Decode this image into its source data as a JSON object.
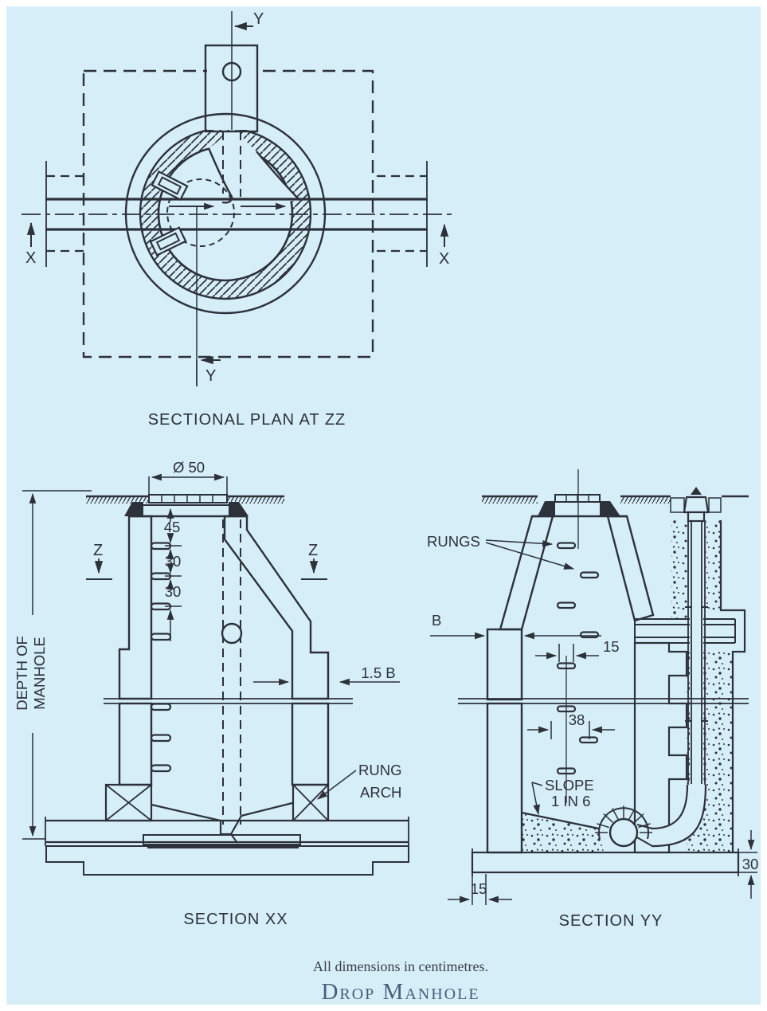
{
  "colors": {
    "background": "#d6eef8",
    "line": "#2c313a",
    "title_text": "#47607a",
    "note_text": "#3a3f45"
  },
  "plan": {
    "caption": "SECTIONAL PLAN AT ZZ",
    "marker_y_top": "Y",
    "marker_y_bottom": "Y",
    "marker_x_left": "X",
    "marker_x_right": "X"
  },
  "section_xx": {
    "caption": "SECTION XX",
    "dim_diameter": "Ø 50",
    "dim_45": "45",
    "dim_30_upper": "30",
    "dim_30_lower": "30",
    "dim_wall": "1.5 B",
    "depth_label_line1": "DEPTH OF",
    "depth_label_line2": "MANHOLE",
    "rung_arch_line1": "RUNG",
    "rung_arch_line2": "ARCH",
    "marker_z_left": "Z",
    "marker_z_right": "Z"
  },
  "section_yy": {
    "caption": "SECTION YY",
    "label_rungs": "RUNGS",
    "label_wall_b": "B",
    "dim_rung_offset_upper": "15",
    "dim_rung_offset_lower": "38",
    "slope_line1": "SLOPE",
    "slope_line2": "1 IN 6",
    "dim_slab_thickness": "30",
    "dim_ledge": "15"
  },
  "footer": {
    "note": "All dimensions in centimetres.",
    "title": "Drop Manhole"
  }
}
